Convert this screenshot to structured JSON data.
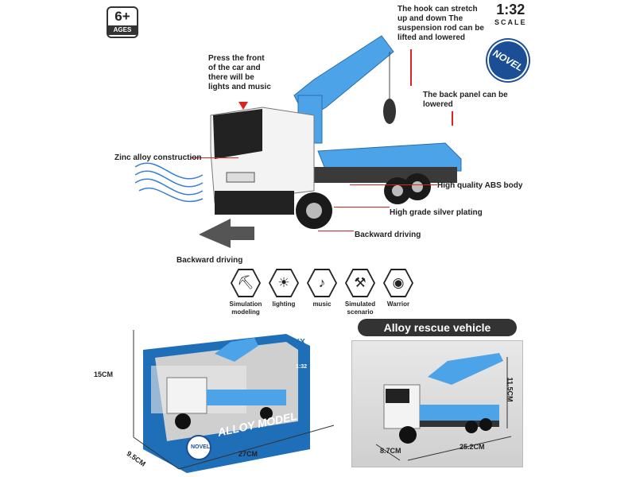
{
  "age_badge": {
    "number": "6+",
    "label": "AGES"
  },
  "scale": {
    "ratio": "1:32",
    "label": "SCALE"
  },
  "novel_badge": "NOVEL",
  "callouts": {
    "hook": "The hook can stretch up and down The suspension rod can be lifted and lowered",
    "front": "Press the front of the car and there will be lights and music",
    "back_panel": "The back panel can be lowered",
    "zinc": "Zinc alloy construction",
    "abs": "High quality ABS body",
    "silver": "High grade silver plating",
    "backward_wheel": "Backward driving",
    "backward_arrow": "Backward driving"
  },
  "features": [
    {
      "icon": "excavator-icon",
      "label": "Simulation modeling"
    },
    {
      "icon": "light-bulb-icon",
      "label": "lighting"
    },
    {
      "icon": "music-note-icon",
      "label": "music"
    },
    {
      "icon": "worker-icon",
      "label": "Simulated scenario"
    },
    {
      "icon": "warrior-icon",
      "label": "Warrior"
    }
  ],
  "package": {
    "brand": "KX",
    "title": "ALLOY MODEL",
    "badge": "NOVEL",
    "scale": "1:32",
    "height": "15CM",
    "width": "27CM",
    "depth": "9.5CM"
  },
  "product": {
    "title": "Alloy rescue vehicle",
    "length": "25.2CM",
    "width": "8.7CM",
    "height": "11.5CM"
  },
  "colors": {
    "truck_blue": "#4da3e8",
    "box_blue": "#1f6fb8",
    "badge_navy": "#1b4e95",
    "arrow_red": "#d22222"
  }
}
